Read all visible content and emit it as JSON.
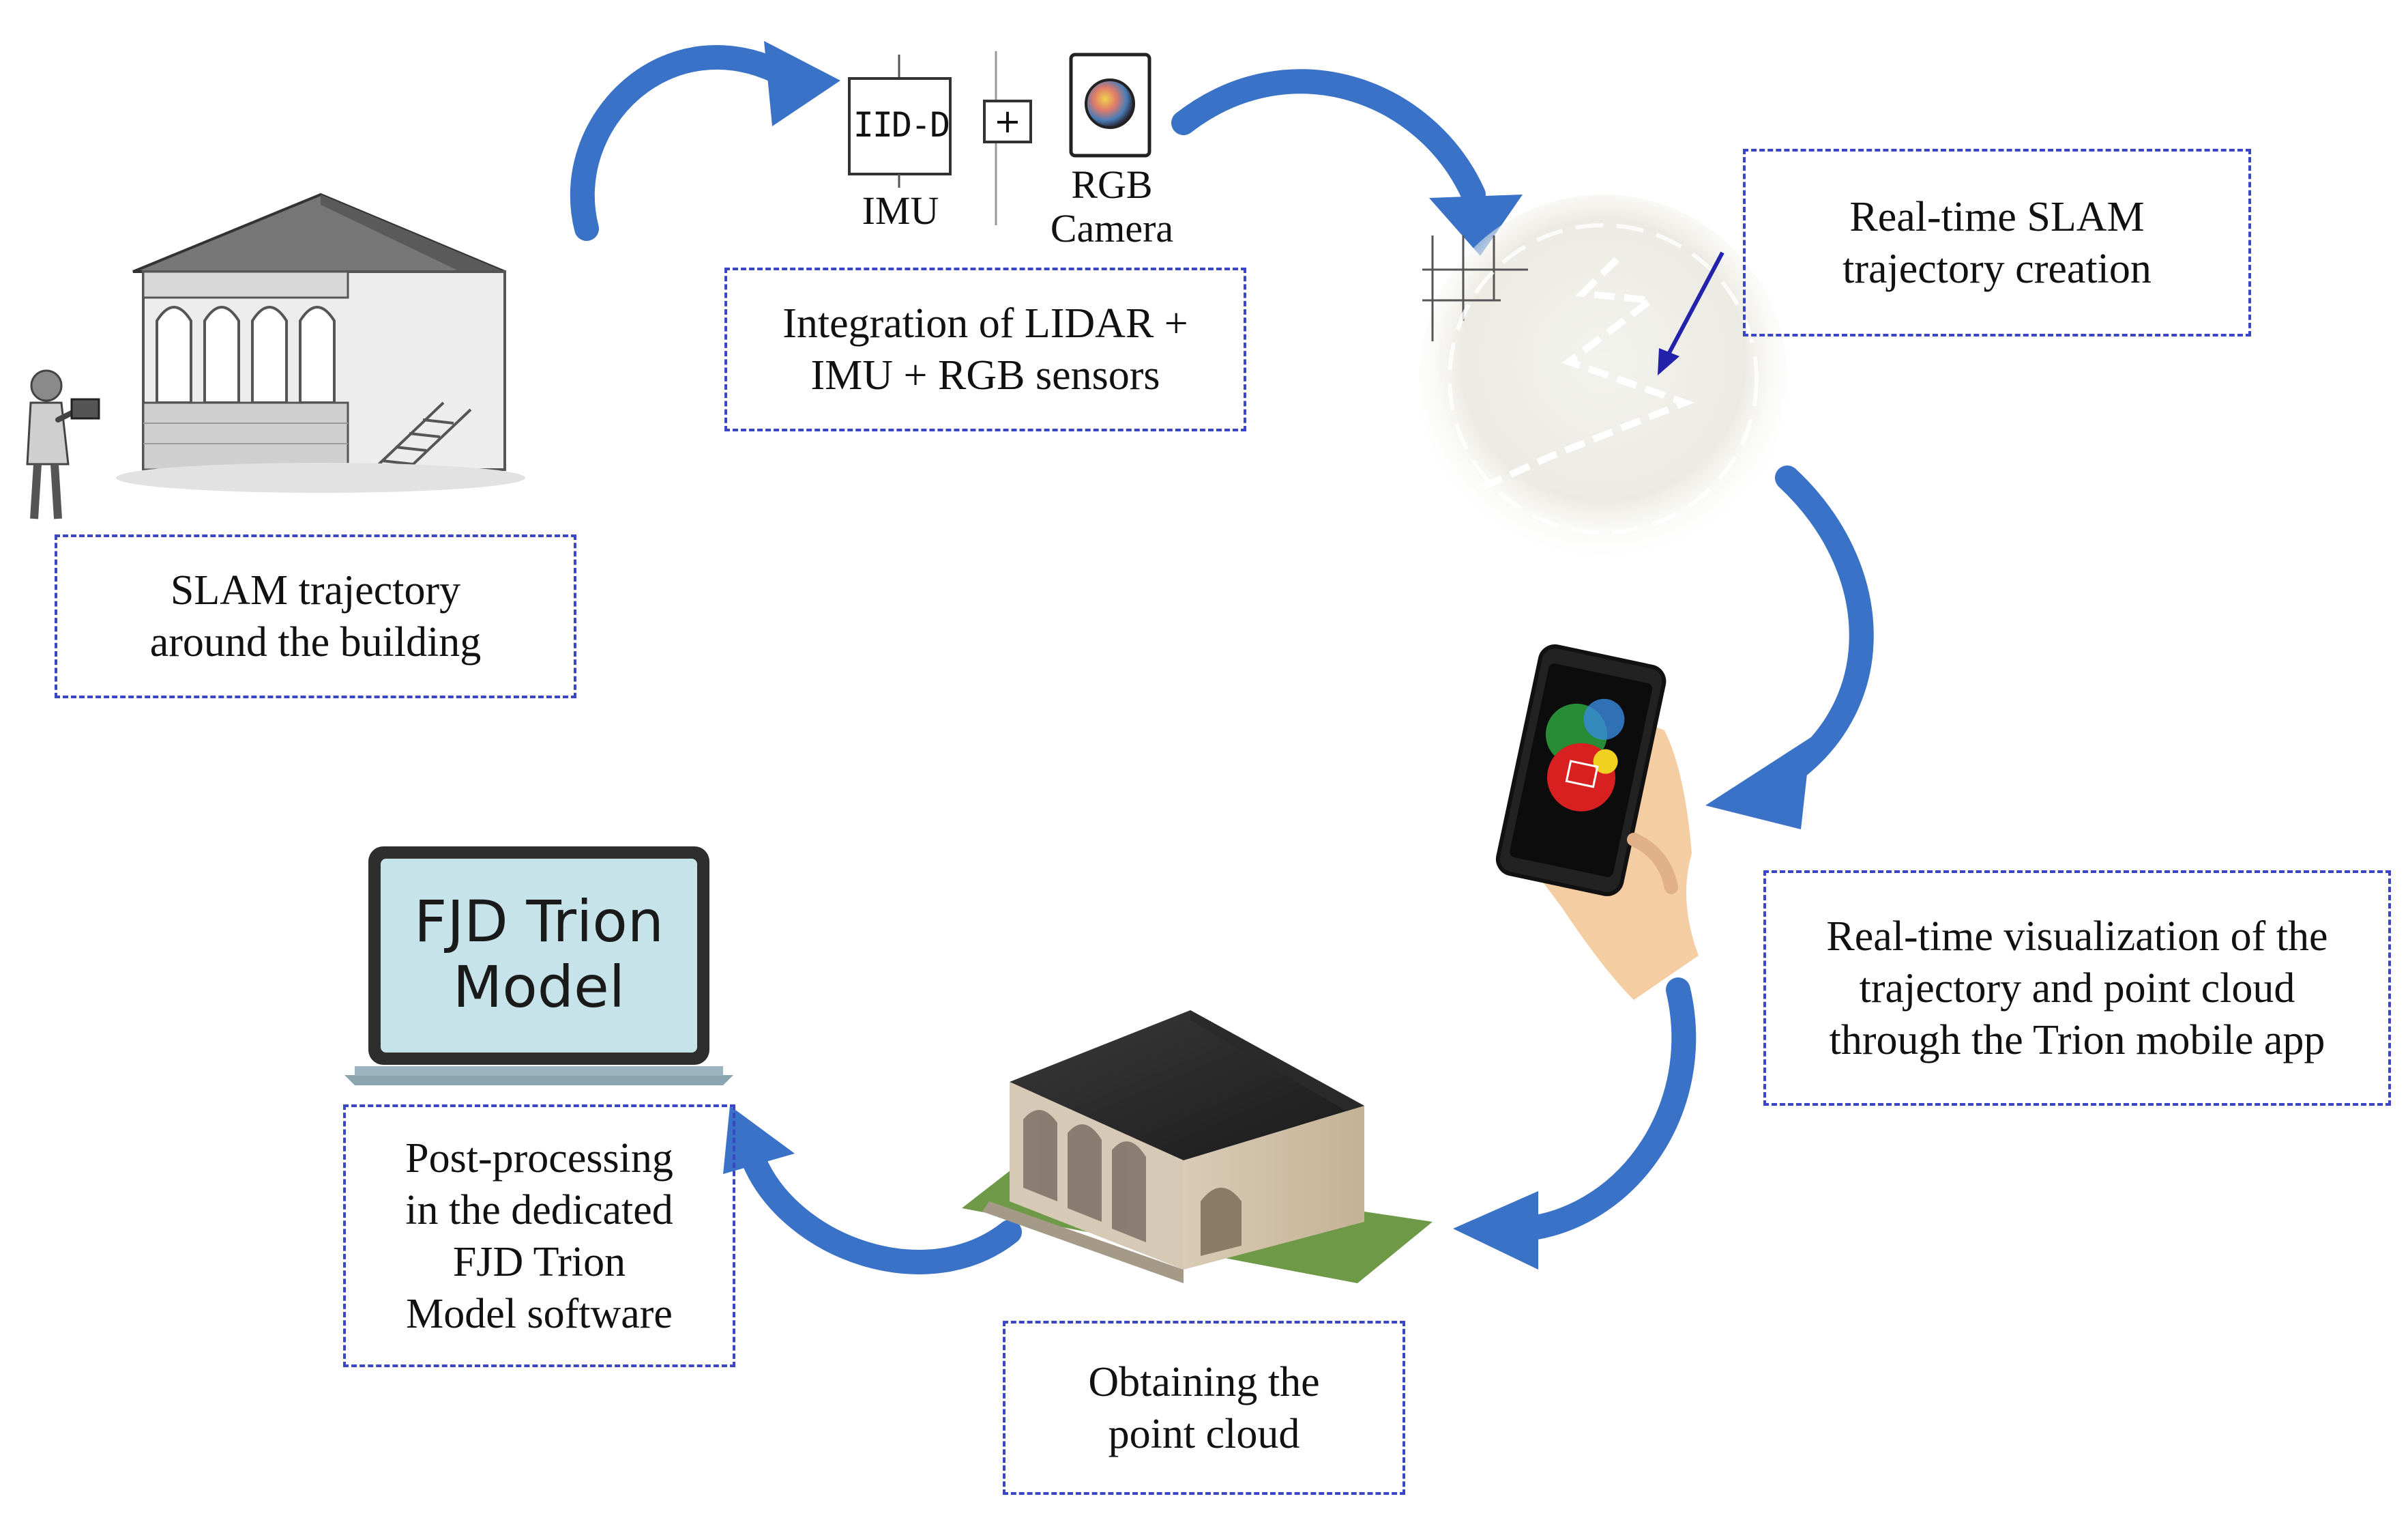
{
  "sensors": {
    "imu_chip_text": "IID-D",
    "plus_sign": "+",
    "imu_label": "IMU",
    "rgb_label_1": "RGB",
    "rgb_label_2": "Camera"
  },
  "steps": [
    {
      "line1": "SLAM trajectory",
      "line2": "around the building"
    },
    {
      "line1": "Integration of LIDAR +",
      "line2": "IMU + RGB sensors"
    },
    {
      "line1": "Real-time SLAM",
      "line2": "trajectory creation"
    },
    {
      "line1": "Real-time visualization of the",
      "line2": "trajectory and point cloud",
      "line3": "through the Trion mobile app"
    },
    {
      "line1": "Obtaining the",
      "line2": "point cloud"
    },
    {
      "line1": "Post-processing",
      "line2": "in the dedicated",
      "line3": "FJD Trion",
      "line4": "Model software"
    }
  ],
  "laptop": {
    "screen_line1": "FJD Trion",
    "screen_line2": "Model"
  },
  "colors": {
    "arrow": "#3a72c8",
    "box_border": "#3b46c4",
    "laptop_screen": "#c7e3ea"
  }
}
